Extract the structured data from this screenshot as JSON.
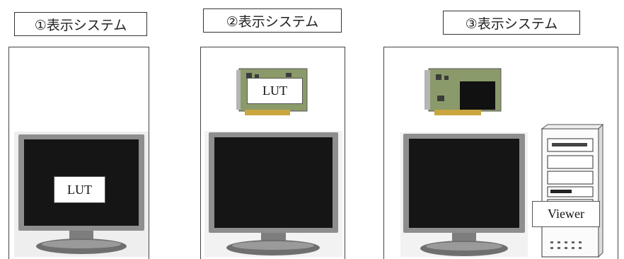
{
  "systems": [
    {
      "title": "①表示システム",
      "lut_label": "LUT"
    },
    {
      "title": "②表示システム",
      "lut_label": "LUT"
    },
    {
      "title": "③表示システム",
      "viewer_label": "Viewer"
    }
  ]
}
